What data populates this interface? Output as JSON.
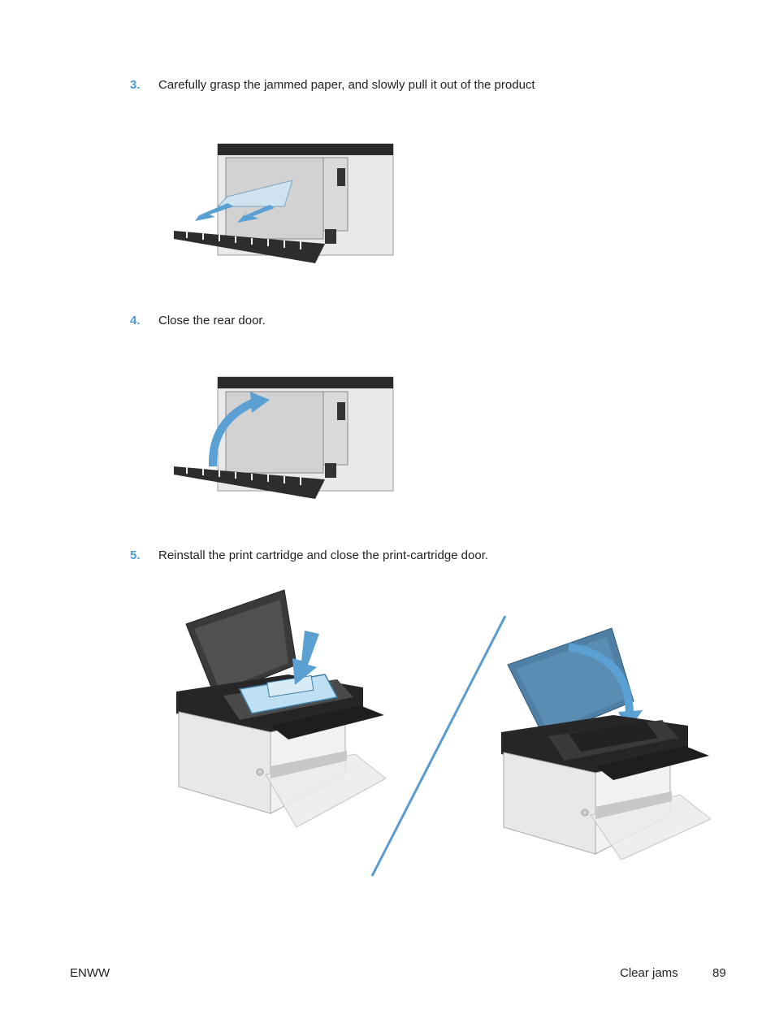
{
  "steps": [
    {
      "number": "3.",
      "text": "Carefully grasp the jammed paper, and slowly pull it out of the product"
    },
    {
      "number": "4.",
      "text": "Close the rear door."
    },
    {
      "number": "5.",
      "text": "Reinstall the print cartridge and close the print-cartridge door."
    }
  ],
  "footer": {
    "left": "ENWW",
    "section": "Clear jams",
    "page": "89"
  },
  "colors": {
    "step_number": "#4a9bd6",
    "arrow": "#5aa0d2",
    "printer_body": "#e6e6e6",
    "printer_dark": "#2a2a2a"
  }
}
